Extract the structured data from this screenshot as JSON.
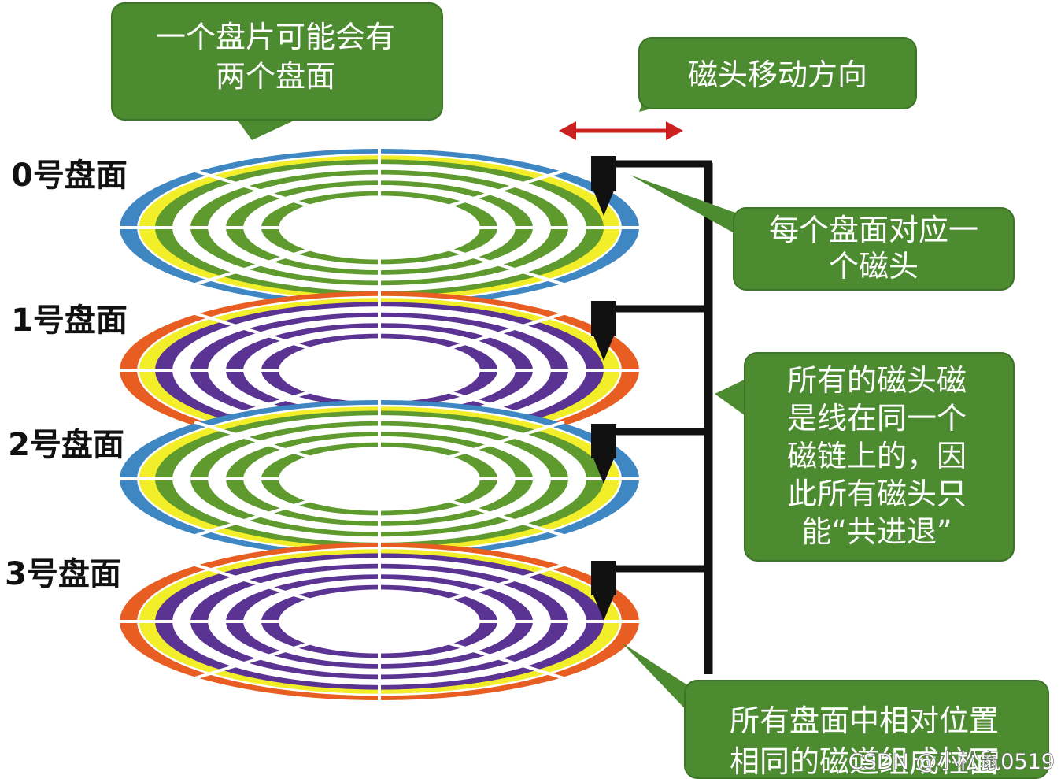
{
  "colors": {
    "callout_fill": "#4c8b30",
    "callout_border": "#3d7426",
    "arrow_red": "#cc1f1f",
    "head_black": "#111111",
    "blue": "#3f87c3",
    "yellow": "#f2ee2a",
    "green": "#5e9a2d",
    "orange": "#e85e22",
    "purple": "#5b3493"
  },
  "callouts": {
    "two_surfaces": [
      "一个盘片可能会有",
      "两个盘面"
    ],
    "head_direction": "磁头移动方向",
    "one_head_per_surface": [
      "每个盘面对应一",
      "个磁头"
    ],
    "heads_move_together": [
      "所有的磁头磁",
      "是线在同一个",
      "磁链上的，因",
      "此所有磁头只",
      "能“共进退”"
    ],
    "cylinder": [
      "所有盘面中相对位置",
      "相同的磁道组成柱面"
    ]
  },
  "platters": [
    {
      "label": "0号盘面",
      "scheme": [
        "blue",
        "yellow",
        "green"
      ],
      "icon": "disk-platter-icon"
    },
    {
      "label": "1号盘面",
      "scheme": [
        "orange",
        "yellow",
        "purple"
      ],
      "icon": "disk-platter-icon"
    },
    {
      "label": "2号盘面",
      "scheme": [
        "blue",
        "yellow",
        "green"
      ],
      "icon": "disk-platter-icon"
    },
    {
      "label": "3号盘面",
      "scheme": [
        "orange",
        "yellow",
        "purple"
      ],
      "icon": "disk-platter-icon"
    }
  ],
  "icons": {
    "read_write_head": "read-write-head-icon",
    "double_arrow": "double-arrow-icon"
  },
  "watermark": "CSDN @小松鼠0519"
}
